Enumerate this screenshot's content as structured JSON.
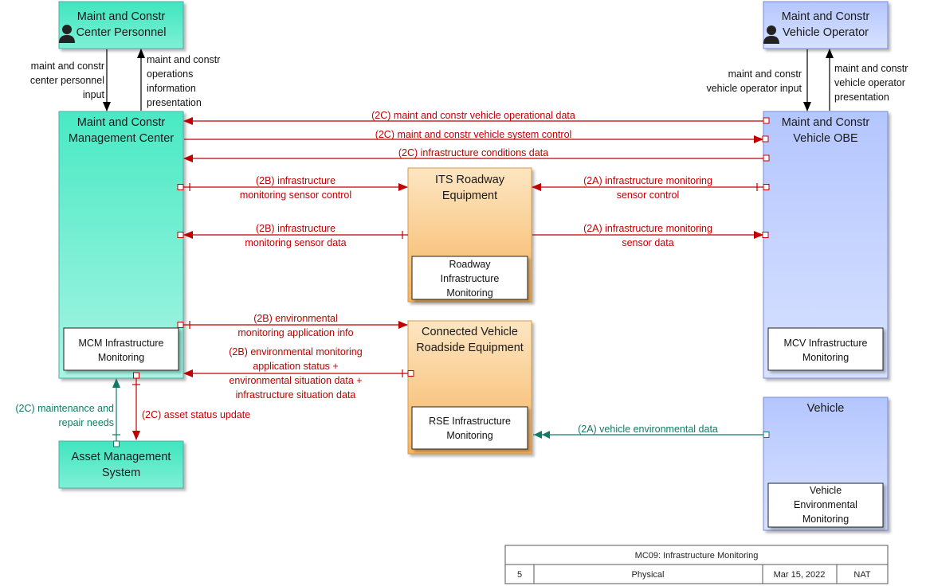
{
  "colors": {
    "center_fill_top": "#49e9c4",
    "center_fill_bottom": "#a8f5e3",
    "blue_fill": "#c6d4ff",
    "orange_fill_top": "#fde3b8",
    "orange_fill_bottom": "#f7b866",
    "red_flow": "#c00000",
    "teal_flow": "#117a66"
  },
  "elements": {
    "personnel": {
      "lines": [
        "Maint and Constr",
        "Center Personnel"
      ],
      "icon": "person-icon"
    },
    "vehicle_operator": {
      "lines": [
        "Maint and Constr",
        "Vehicle Operator"
      ],
      "icon": "person-icon"
    },
    "management_center": {
      "lines": [
        "Maint and Constr",
        "Management Center"
      ]
    },
    "vehicle_obe": {
      "lines": [
        "Maint and Constr",
        "Vehicle OBE"
      ]
    },
    "its_roadway": {
      "lines": [
        "ITS Roadway",
        "Equipment"
      ]
    },
    "cv_roadside": {
      "lines": [
        "Connected Vehicle",
        "Roadside Equipment"
      ]
    },
    "vehicle": {
      "lines": [
        "Vehicle"
      ]
    },
    "asset_mgmt": {
      "lines": [
        "Asset Management",
        "System"
      ]
    }
  },
  "functional_objects": {
    "mcm_infra": [
      "MCM Infrastructure",
      "Monitoring"
    ],
    "roadway_infra": [
      "Roadway",
      "Infrastructure",
      "Monitoring"
    ],
    "rse_infra": [
      "RSE Infrastructure",
      "Monitoring"
    ],
    "mcv_infra": [
      "MCV Infrastructure",
      "Monitoring"
    ],
    "vehicle_env": [
      "Vehicle",
      "Environmental",
      "Monitoring"
    ]
  },
  "flows": {
    "personnel_input": [
      "maint and constr",
      "center personnel",
      "input"
    ],
    "operations_presentation": [
      "maint and constr",
      "operations",
      "information",
      "presentation"
    ],
    "operator_input": [
      "maint and constr",
      "vehicle operator input"
    ],
    "operator_presentation": [
      "maint and constr",
      "vehicle operator",
      "presentation"
    ],
    "vehicle_operational_data": [
      "(2C) maint and constr vehicle operational data"
    ],
    "vehicle_system_control": [
      "(2C) maint and constr vehicle system control"
    ],
    "infra_conditions_data": [
      "(2C) infrastructure conditions data"
    ],
    "mc_sensor_control": [
      "(2B) infrastructure",
      "monitoring sensor control"
    ],
    "obe_sensor_control": [
      "(2A) infrastructure monitoring",
      "sensor control"
    ],
    "mc_sensor_data": [
      "(2B) infrastructure",
      "monitoring sensor data"
    ],
    "obe_sensor_data": [
      "(2A) infrastructure monitoring",
      "sensor data"
    ],
    "env_app_info": [
      "(2B) environmental",
      "monitoring application info"
    ],
    "env_app_status": [
      "(2B) environmental monitoring",
      "application status +",
      "environmental situation data +",
      "infrastructure situation data"
    ],
    "maintenance_needs": [
      "(2C) maintenance and",
      "repair needs"
    ],
    "asset_status_update": [
      "(2C) asset status update"
    ],
    "vehicle_env_data": [
      "(2A) vehicle environmental data"
    ]
  },
  "footer": {
    "title": "MC09: Infrastructure Monitoring",
    "number": "5",
    "view": "Physical",
    "date": "Mar 15, 2022",
    "author": "NAT"
  }
}
